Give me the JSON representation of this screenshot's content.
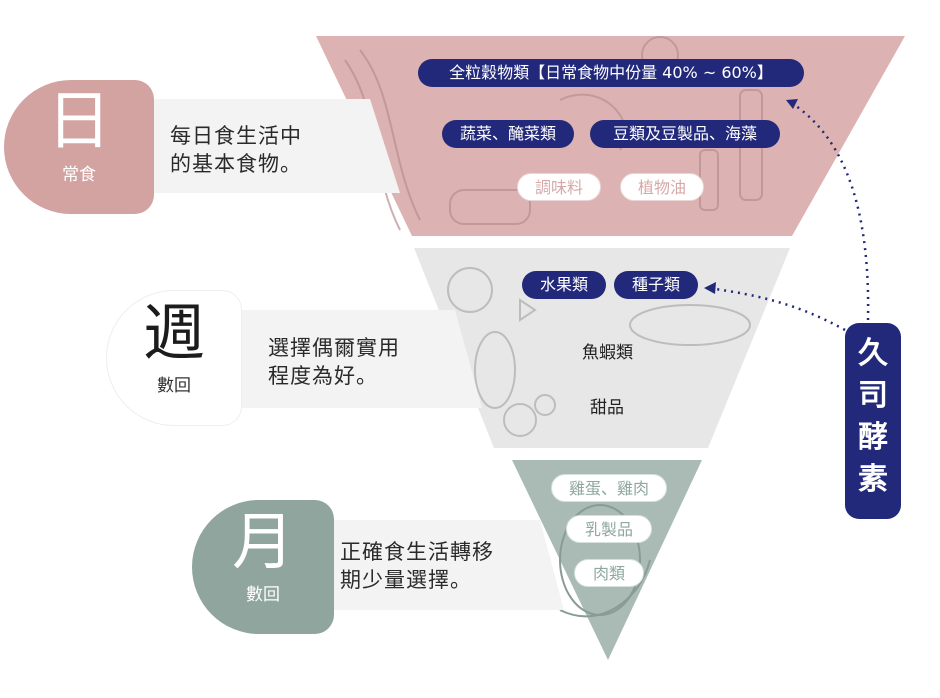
{
  "tiers": [
    {
      "big": "日",
      "small": "常食",
      "desc_line1": "每日食生活中",
      "desc_line2": "的基本食物。",
      "top_pill": "全粒穀物類【日常食物中份量 40% ~ 60%】",
      "dark_pills": [
        "蔬菜、醃菜類",
        "豆類及豆製品、海藻"
      ],
      "light_pills": [
        "調味料",
        "植物油"
      ]
    },
    {
      "big": "週",
      "small": "數回",
      "desc_line1": "選擇偶爾實用",
      "desc_line2": "程度為好。",
      "dark_pills": [
        "水果類",
        "種子類"
      ],
      "plain_items": [
        "魚蝦類",
        "甜品"
      ]
    },
    {
      "big": "月",
      "small": "數回",
      "desc_line1": "正確食生活轉移",
      "desc_line2": "期少量選擇。",
      "light_pills": [
        "雞蛋、雞肉",
        "乳製品",
        "肉類"
      ]
    }
  ],
  "callout": {
    "label": "久司酵素"
  },
  "colors": {
    "rose": "#d9aeae",
    "grey": "#e4e4e4",
    "sage": "#a5b8b1",
    "navy": "#22287a",
    "badge_rose": "#d2a3a1",
    "badge_sage": "#8fa59d"
  }
}
